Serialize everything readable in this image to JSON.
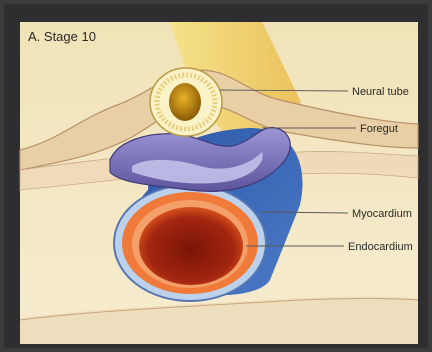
{
  "figure": {
    "title": "A. Stage 10",
    "labels": {
      "neural_tube": "Neural tube",
      "foregut": "Foregut",
      "myocardium": "Myocardium",
      "endocardium": "Endocardium"
    }
  },
  "colors": {
    "frame_dark": "#3c3c3e",
    "background_cream": "#f3e6bf",
    "ectoderm_tan": "#e7cfa9",
    "neural_tube_yellow": "#f2e28a",
    "neural_tube_lumen": "#c28a14",
    "foregut_purple": "#7f78c0",
    "myocardium_blue": "#3d69b8",
    "myocardium_light": "#bcd2ec",
    "endocardium_orange": "#ee6a2a",
    "endocardium_dark": "#8a1d12"
  }
}
